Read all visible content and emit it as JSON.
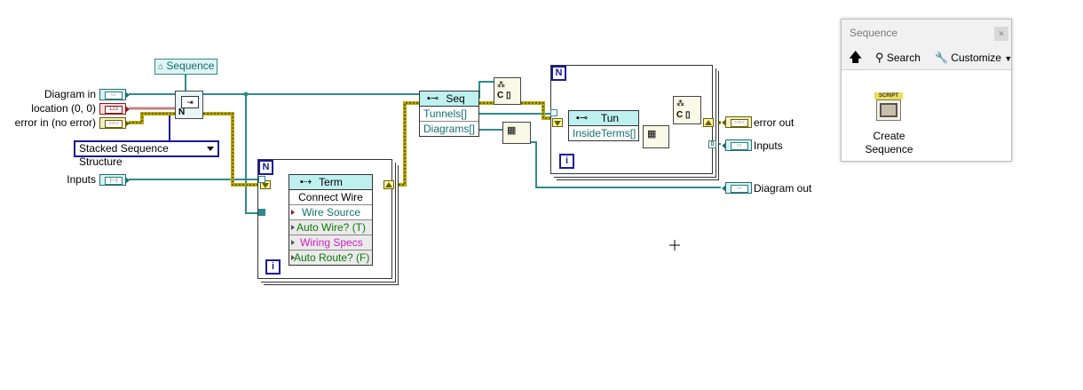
{
  "diagram": {
    "inputs": {
      "diagram_in": "Diagram in",
      "location": "location (0, 0)",
      "error_in": "error in (no error)",
      "inputs": "Inputs"
    },
    "outputs": {
      "error_out": "error out",
      "inputs": "Inputs",
      "diagram_out": "Diagram out"
    },
    "sequence_constant": "Sequence",
    "structure_ring": "Stacked Sequence Structure",
    "term_node": {
      "header": "Term",
      "rows": [
        "Connect Wire",
        "Wire Source",
        "Auto Wire? (T)",
        "Wiring Specs",
        "Auto Route? (F)"
      ]
    },
    "seq_node": {
      "header": "Seq",
      "rows": [
        "Tunnels[]",
        "Diagrams[]"
      ]
    },
    "tun_node": {
      "header": "Tun",
      "rows": [
        "InsideTerms[]"
      ]
    },
    "loop_count_label": "N",
    "loop_iter_label": "i",
    "index_terminal_label": "0",
    "num_label": "123",
    "colors": {
      "reference_wire": "#2e8b8b",
      "error_wire": "#b8a800",
      "number_wire": "#c88080",
      "ring_border": "#1a1a9a"
    }
  },
  "palette": {
    "title": "Sequence",
    "close_icon": "close-icon",
    "toolbar": {
      "up_icon": "up-arrow-icon",
      "search_label": "Search",
      "customize_label": "Customize"
    },
    "items": [
      {
        "icon": "script-icon",
        "badge": "SCRIPT",
        "label_line1": "Create",
        "label_line2": "Sequence"
      }
    ]
  }
}
